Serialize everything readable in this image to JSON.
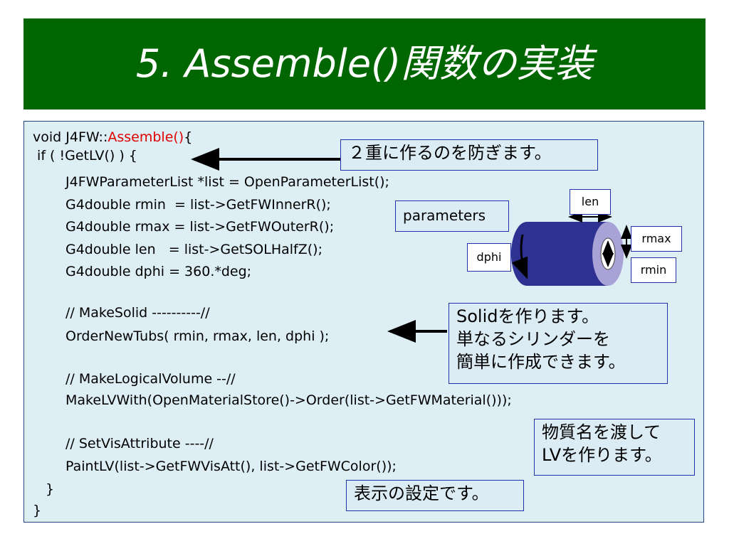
{
  "slide": {
    "title": "5. Assemble()関数の実装"
  },
  "code": {
    "line1_a": "void J4FW::",
    "line1_b": "Assemble()",
    "line1_c": "{",
    "lines": [
      " if ( !GetLV() ) {",
      "J4FWParameterList *list = OpenParameterList();",
      "G4double rmin  = list->GetFWInnerR();",
      "G4double rmax = list->GetFWOuterR();",
      "G4double len   = list->GetSOLHalfZ();",
      "G4double dphi = 360.*deg;",
      "// MakeSolid ----------//",
      "OrderNewTubs( rmin, rmax, len, dphi );",
      "// MakeLogicalVolume --//",
      "MakeLVWith(OpenMaterialStore()->Order(list->GetFWMaterial()));",
      "// SetVisAttribute ----//",
      "PaintLV(list->GetFWVisAtt(), list->GetFWColor());",
      "}",
      "}"
    ]
  },
  "notes": {
    "duplicate": "２重に作るのを防ぎます。",
    "solid": "Solidを作ります。\n単なるシリンダーを\n簡単に作成できます。",
    "material": "物質名を渡して\nLVを作ります。",
    "vis": "表示の設定です。",
    "parameters": "parameters"
  },
  "diagram_labels": {
    "len": "len",
    "rmax": "rmax",
    "rmin": "rmin",
    "dphi": "dphi"
  },
  "colors": {
    "title_bg": "#006600",
    "code_bg": "#ddeef4",
    "highlight": "#e00000",
    "cylinder": "#2e3192"
  }
}
